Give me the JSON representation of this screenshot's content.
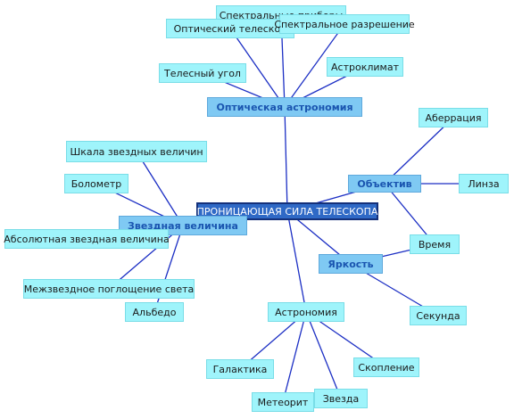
{
  "diagram": {
    "edge_color": "#1c2fc4",
    "center": {
      "id": "center",
      "label": "ПРОНИЦАЮЩАЯ СИЛА ТЕЛЕСКОПА"
    },
    "main_topics": [
      {
        "id": "opt",
        "label": "Оптическая астрономия"
      },
      {
        "id": "obj",
        "label": "Объектив"
      },
      {
        "id": "zv",
        "label": "Звездная величина"
      },
      {
        "id": "yar",
        "label": "Яркость"
      },
      {
        "id": "ast",
        "label": "Астрономия"
      }
    ],
    "subtopics": [
      {
        "id": "spec_pr",
        "label": "Спектральные приборы",
        "parent": "opt"
      },
      {
        "id": "opt_tel",
        "label": "Оптический телескоп",
        "parent": "opt"
      },
      {
        "id": "spec_raz",
        "label": "Спектральное разрешение",
        "parent": "opt"
      },
      {
        "id": "tel_ug",
        "label": "Телесный угол",
        "parent": "opt"
      },
      {
        "id": "astroklim",
        "label": "Астроклимат",
        "parent": "opt"
      },
      {
        "id": "aberr",
        "label": "Аберрация",
        "parent": "obj"
      },
      {
        "id": "linza",
        "label": "Линза",
        "parent": "obj"
      },
      {
        "id": "vremya",
        "label": "Время",
        "parent": "obj"
      },
      {
        "id": "shkala",
        "label": "Шкала звездных величин",
        "parent": "zv"
      },
      {
        "id": "bolom",
        "label": "Болометр",
        "parent": "zv"
      },
      {
        "id": "abs_zv",
        "label": "Абсолютная звездная величина",
        "parent": "zv"
      },
      {
        "id": "mezh",
        "label": "Межзвездное поглощение света",
        "parent": "zv"
      },
      {
        "id": "albedo",
        "label": "Альбедо",
        "parent": "zv"
      },
      {
        "id": "sekunda",
        "label": "Секунда",
        "parent": "yar"
      },
      {
        "id": "galak",
        "label": "Галактика",
        "parent": "ast"
      },
      {
        "id": "meteor",
        "label": "Метеорит",
        "parent": "ast"
      },
      {
        "id": "zvezda",
        "label": "Звезда",
        "parent": "ast"
      },
      {
        "id": "skopl",
        "label": "Скопление",
        "parent": "ast"
      }
    ],
    "extra_links": [
      {
        "from": "yar",
        "to": "vremya"
      }
    ]
  }
}
